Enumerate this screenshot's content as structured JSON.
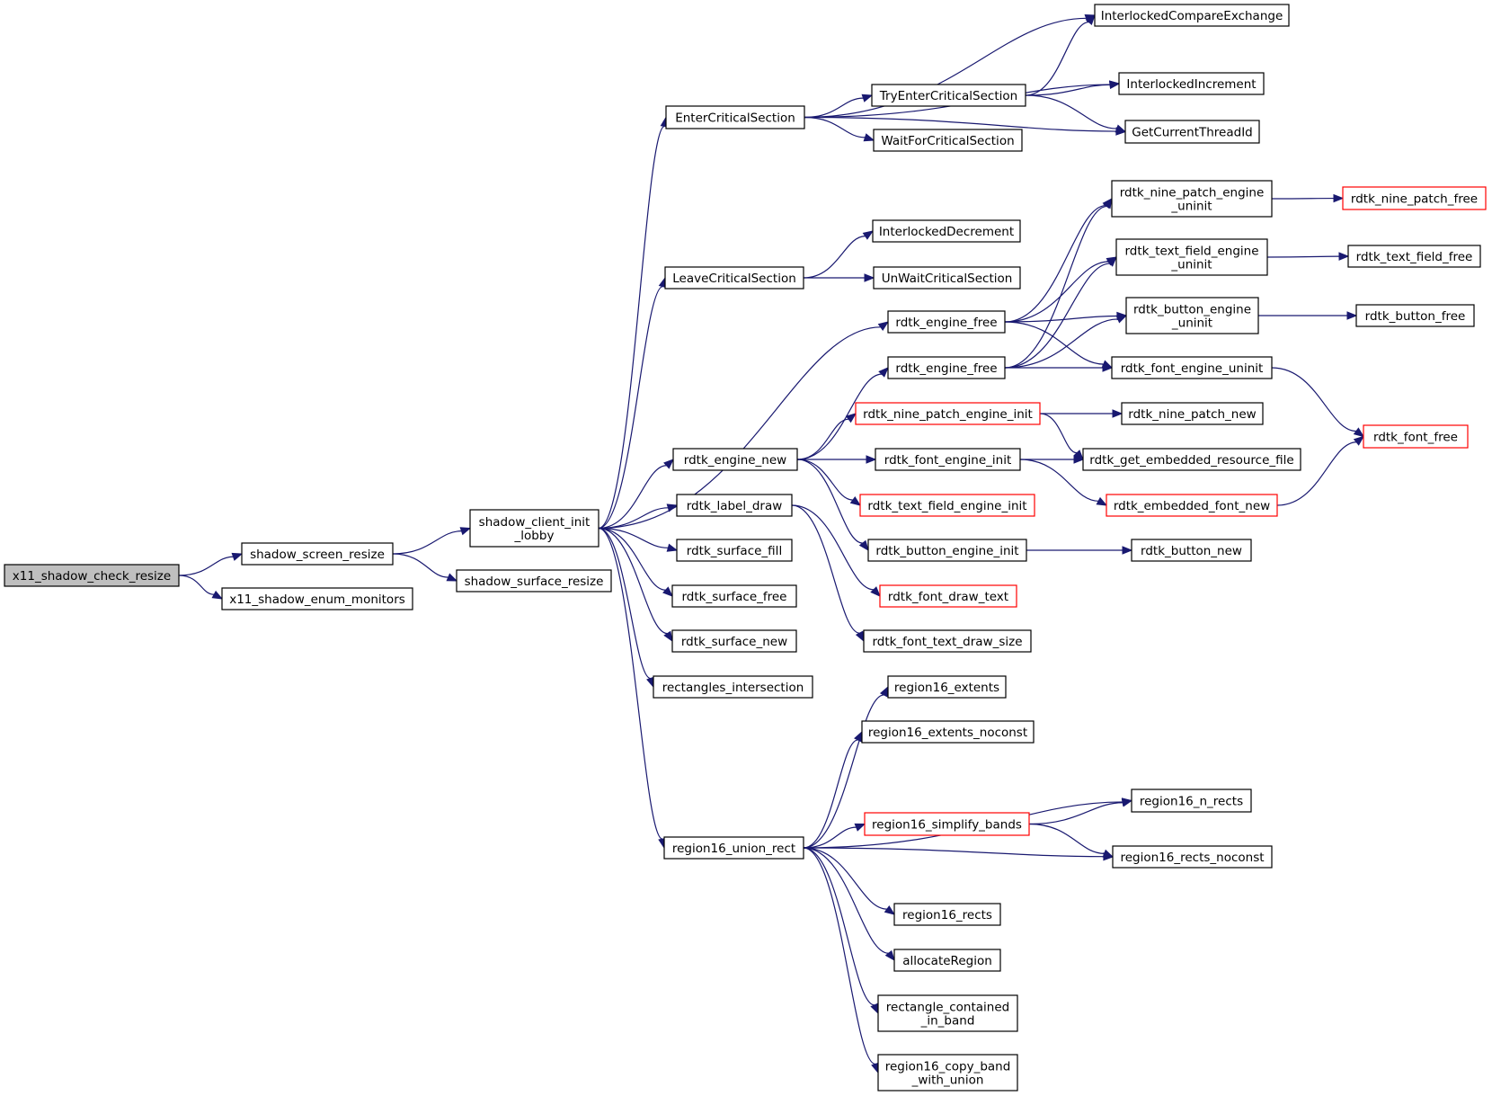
{
  "diagram": {
    "kind": "call-graph",
    "colors": {
      "edge": "#191970",
      "node_border": "#000000",
      "truncated_border": "#ff0000",
      "root_fill": "#bfbfbf"
    },
    "nodes": [
      {
        "id": "x11_shadow_check_resize",
        "label": [
          "x11_shadow_check_resize"
        ],
        "style": "root"
      },
      {
        "id": "shadow_screen_resize",
        "label": [
          "shadow_screen_resize"
        ]
      },
      {
        "id": "x11_shadow_enum_monitors",
        "label": [
          "x11_shadow_enum_monitors"
        ]
      },
      {
        "id": "shadow_client_init_lobby",
        "label": [
          "shadow_client_init",
          "_lobby"
        ]
      },
      {
        "id": "shadow_surface_resize",
        "label": [
          "shadow_surface_resize"
        ]
      },
      {
        "id": "EnterCriticalSection",
        "label": [
          "EnterCriticalSection"
        ]
      },
      {
        "id": "LeaveCriticalSection",
        "label": [
          "LeaveCriticalSection"
        ]
      },
      {
        "id": "rdtk_engine_free_1",
        "label": [
          "rdtk_engine_free"
        ]
      },
      {
        "id": "rdtk_engine_free_2",
        "label": [
          "rdtk_engine_free"
        ]
      },
      {
        "id": "rdtk_engine_new",
        "label": [
          "rdtk_engine_new"
        ]
      },
      {
        "id": "rdtk_label_draw",
        "label": [
          "rdtk_label_draw"
        ]
      },
      {
        "id": "rdtk_surface_fill",
        "label": [
          "rdtk_surface_fill"
        ]
      },
      {
        "id": "rdtk_surface_free",
        "label": [
          "rdtk_surface_free"
        ]
      },
      {
        "id": "rdtk_surface_new",
        "label": [
          "rdtk_surface_new"
        ]
      },
      {
        "id": "rectangles_intersection",
        "label": [
          "rectangles_intersection"
        ]
      },
      {
        "id": "region16_union_rect",
        "label": [
          "region16_union_rect"
        ]
      },
      {
        "id": "TryEnterCriticalSection",
        "label": [
          "TryEnterCriticalSection"
        ]
      },
      {
        "id": "WaitForCriticalSection",
        "label": [
          "WaitForCriticalSection"
        ]
      },
      {
        "id": "InterlockedCompareExchange",
        "label": [
          "InterlockedCompareExchange"
        ]
      },
      {
        "id": "InterlockedIncrement",
        "label": [
          "InterlockedIncrement"
        ]
      },
      {
        "id": "GetCurrentThreadId",
        "label": [
          "GetCurrentThreadId"
        ]
      },
      {
        "id": "InterlockedDecrement",
        "label": [
          "InterlockedDecrement"
        ]
      },
      {
        "id": "UnWaitCriticalSection",
        "label": [
          "UnWaitCriticalSection"
        ]
      },
      {
        "id": "rdtk_nine_patch_engine_uninit",
        "label": [
          "rdtk_nine_patch_engine",
          "_uninit"
        ]
      },
      {
        "id": "rdtk_text_field_engine_uninit",
        "label": [
          "rdtk_text_field_engine",
          "_uninit"
        ]
      },
      {
        "id": "rdtk_button_engine_uninit",
        "label": [
          "rdtk_button_engine",
          "_uninit"
        ]
      },
      {
        "id": "rdtk_font_engine_uninit",
        "label": [
          "rdtk_font_engine_uninit"
        ]
      },
      {
        "id": "rdtk_nine_patch_free",
        "label": [
          "rdtk_nine_patch_free"
        ],
        "style": "truncated"
      },
      {
        "id": "rdtk_text_field_free",
        "label": [
          "rdtk_text_field_free"
        ]
      },
      {
        "id": "rdtk_button_free",
        "label": [
          "rdtk_button_free"
        ]
      },
      {
        "id": "rdtk_font_free",
        "label": [
          "rdtk_font_free"
        ],
        "style": "truncated"
      },
      {
        "id": "rdtk_nine_patch_engine_init",
        "label": [
          "rdtk_nine_patch_engine_init"
        ],
        "style": "truncated"
      },
      {
        "id": "rdtk_font_engine_init",
        "label": [
          "rdtk_font_engine_init"
        ]
      },
      {
        "id": "rdtk_text_field_engine_init",
        "label": [
          "rdtk_text_field_engine_init"
        ],
        "style": "truncated"
      },
      {
        "id": "rdtk_button_engine_init",
        "label": [
          "rdtk_button_engine_init"
        ]
      },
      {
        "id": "rdtk_nine_patch_new",
        "label": [
          "rdtk_nine_patch_new"
        ]
      },
      {
        "id": "rdtk_get_embedded_resource_file",
        "label": [
          "rdtk_get_embedded_resource_file"
        ]
      },
      {
        "id": "rdtk_embedded_font_new",
        "label": [
          "rdtk_embedded_font_new"
        ],
        "style": "truncated"
      },
      {
        "id": "rdtk_button_new",
        "label": [
          "rdtk_button_new"
        ]
      },
      {
        "id": "rdtk_font_draw_text",
        "label": [
          "rdtk_font_draw_text"
        ],
        "style": "truncated"
      },
      {
        "id": "rdtk_font_text_draw_size",
        "label": [
          "rdtk_font_text_draw_size"
        ]
      },
      {
        "id": "region16_extents",
        "label": [
          "region16_extents"
        ]
      },
      {
        "id": "region16_extents_noconst",
        "label": [
          "region16_extents_noconst"
        ]
      },
      {
        "id": "region16_simplify_bands",
        "label": [
          "region16_simplify_bands"
        ],
        "style": "truncated"
      },
      {
        "id": "region16_n_rects",
        "label": [
          "region16_n_rects"
        ]
      },
      {
        "id": "region16_rects_noconst",
        "label": [
          "region16_rects_noconst"
        ]
      },
      {
        "id": "region16_rects",
        "label": [
          "region16_rects"
        ]
      },
      {
        "id": "allocateRegion",
        "label": [
          "allocateRegion"
        ]
      },
      {
        "id": "rectangle_contained_in_band",
        "label": [
          "rectangle_contained",
          "_in_band"
        ]
      },
      {
        "id": "region16_copy_band_with_union",
        "label": [
          "region16_copy_band",
          "_with_union"
        ]
      }
    ],
    "edges": [
      [
        "x11_shadow_check_resize",
        "shadow_screen_resize"
      ],
      [
        "x11_shadow_check_resize",
        "x11_shadow_enum_monitors"
      ],
      [
        "shadow_screen_resize",
        "shadow_client_init_lobby"
      ],
      [
        "shadow_screen_resize",
        "shadow_surface_resize"
      ],
      [
        "shadow_client_init_lobby",
        "EnterCriticalSection"
      ],
      [
        "shadow_client_init_lobby",
        "LeaveCriticalSection"
      ],
      [
        "shadow_client_init_lobby",
        "rdtk_engine_free_1"
      ],
      [
        "shadow_client_init_lobby",
        "rdtk_engine_new"
      ],
      [
        "shadow_client_init_lobby",
        "rdtk_label_draw"
      ],
      [
        "shadow_client_init_lobby",
        "rdtk_surface_fill"
      ],
      [
        "shadow_client_init_lobby",
        "rdtk_surface_free"
      ],
      [
        "shadow_client_init_lobby",
        "rdtk_surface_new"
      ],
      [
        "shadow_client_init_lobby",
        "rectangles_intersection"
      ],
      [
        "shadow_client_init_lobby",
        "region16_union_rect"
      ],
      [
        "EnterCriticalSection",
        "InterlockedCompareExchange"
      ],
      [
        "EnterCriticalSection",
        "InterlockedIncrement"
      ],
      [
        "EnterCriticalSection",
        "TryEnterCriticalSection"
      ],
      [
        "EnterCriticalSection",
        "WaitForCriticalSection"
      ],
      [
        "EnterCriticalSection",
        "GetCurrentThreadId"
      ],
      [
        "TryEnterCriticalSection",
        "InterlockedCompareExchange"
      ],
      [
        "TryEnterCriticalSection",
        "InterlockedIncrement"
      ],
      [
        "TryEnterCriticalSection",
        "GetCurrentThreadId"
      ],
      [
        "LeaveCriticalSection",
        "InterlockedDecrement"
      ],
      [
        "LeaveCriticalSection",
        "UnWaitCriticalSection"
      ],
      [
        "rdtk_engine_free_1",
        "rdtk_nine_patch_engine_uninit"
      ],
      [
        "rdtk_engine_free_1",
        "rdtk_text_field_engine_uninit"
      ],
      [
        "rdtk_engine_free_1",
        "rdtk_button_engine_uninit"
      ],
      [
        "rdtk_engine_free_1",
        "rdtk_font_engine_uninit"
      ],
      [
        "rdtk_engine_free_2",
        "rdtk_nine_patch_engine_uninit"
      ],
      [
        "rdtk_engine_free_2",
        "rdtk_text_field_engine_uninit"
      ],
      [
        "rdtk_engine_free_2",
        "rdtk_button_engine_uninit"
      ],
      [
        "rdtk_engine_free_2",
        "rdtk_font_engine_uninit"
      ],
      [
        "rdtk_nine_patch_engine_uninit",
        "rdtk_nine_patch_free"
      ],
      [
        "rdtk_text_field_engine_uninit",
        "rdtk_text_field_free"
      ],
      [
        "rdtk_button_engine_uninit",
        "rdtk_button_free"
      ],
      [
        "rdtk_font_engine_uninit",
        "rdtk_font_free"
      ],
      [
        "rdtk_engine_new",
        "rdtk_engine_free_2"
      ],
      [
        "rdtk_engine_new",
        "rdtk_nine_patch_engine_init"
      ],
      [
        "rdtk_engine_new",
        "rdtk_font_engine_init"
      ],
      [
        "rdtk_engine_new",
        "rdtk_text_field_engine_init"
      ],
      [
        "rdtk_engine_new",
        "rdtk_button_engine_init"
      ],
      [
        "rdtk_nine_patch_engine_init",
        "rdtk_nine_patch_new"
      ],
      [
        "rdtk_nine_patch_engine_init",
        "rdtk_get_embedded_resource_file"
      ],
      [
        "rdtk_font_engine_init",
        "rdtk_get_embedded_resource_file"
      ],
      [
        "rdtk_font_engine_init",
        "rdtk_embedded_font_new"
      ],
      [
        "rdtk_embedded_font_new",
        "rdtk_font_free"
      ],
      [
        "rdtk_button_engine_init",
        "rdtk_button_new"
      ],
      [
        "rdtk_label_draw",
        "rdtk_font_draw_text"
      ],
      [
        "rdtk_label_draw",
        "rdtk_font_text_draw_size"
      ],
      [
        "region16_union_rect",
        "region16_extents"
      ],
      [
        "region16_union_rect",
        "region16_extents_noconst"
      ],
      [
        "region16_union_rect",
        "region16_n_rects"
      ],
      [
        "region16_union_rect",
        "region16_simplify_bands"
      ],
      [
        "region16_union_rect",
        "region16_rects_noconst"
      ],
      [
        "region16_union_rect",
        "region16_rects"
      ],
      [
        "region16_union_rect",
        "allocateRegion"
      ],
      [
        "region16_union_rect",
        "rectangle_contained_in_band"
      ],
      [
        "region16_union_rect",
        "region16_copy_band_with_union"
      ],
      [
        "region16_simplify_bands",
        "region16_n_rects"
      ],
      [
        "region16_simplify_bands",
        "region16_rects_noconst"
      ]
    ]
  }
}
